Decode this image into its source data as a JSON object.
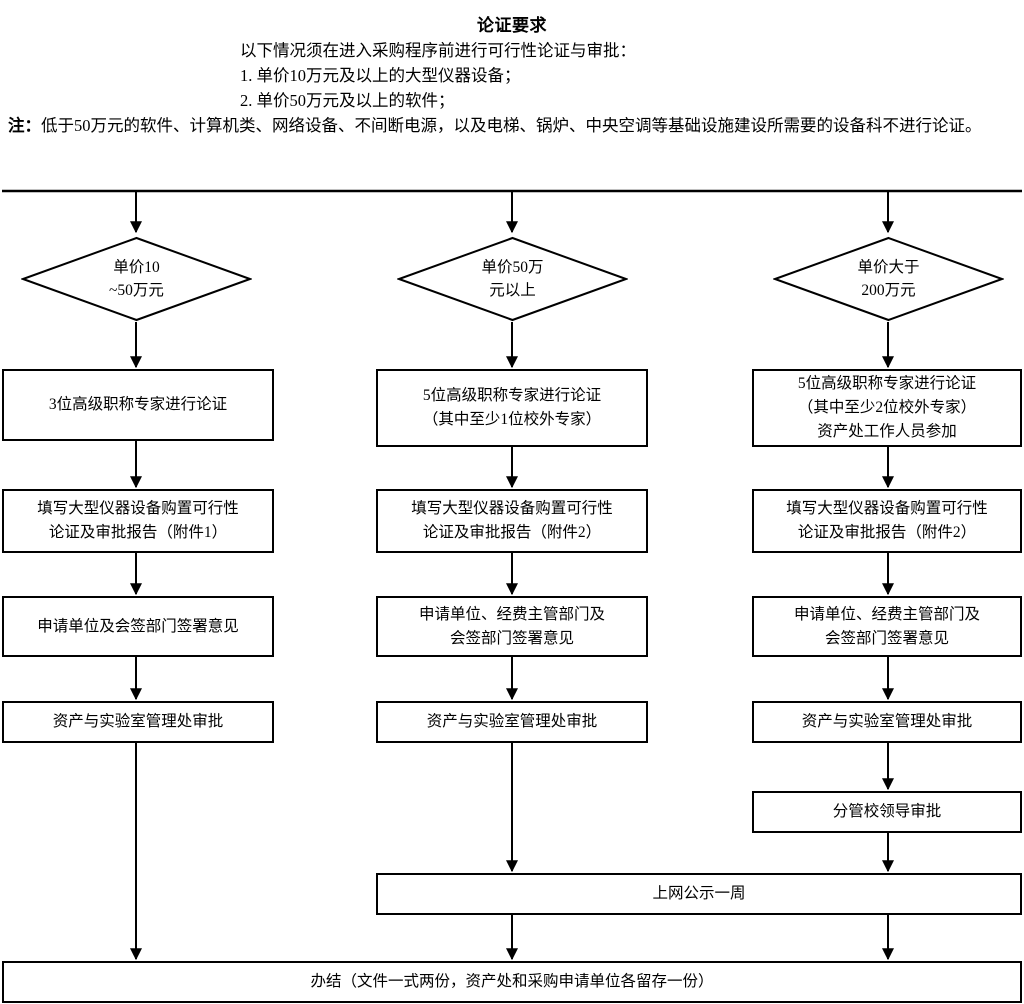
{
  "header": {
    "title": "论证要求",
    "lines": [
      "以下情况须在进入采购程序前进行可行性论证与审批：",
      "1. 单价10万元及以上的大型仪器设备；",
      "2. 单价50万元及以上的软件；"
    ],
    "note_label": "注：",
    "note_text": "低于50万元的软件、计算机类、网络设备、不间断电源，以及电梯、锅炉、中央空调等基础设施建设所需要的设备科不进行论证。"
  },
  "flow": {
    "columns": [
      {
        "id": "col-low",
        "decision": "单价10\n~50万元",
        "decision_line1": "单价10",
        "decision_line2": "~50万元",
        "steps": [
          "3位高级职称专家进行论证",
          "填写大型仪器设备购置可行性\n论证及审批报告（附件1）",
          "申请单位及会签部门签署意见",
          "资产与实验室管理处审批"
        ]
      },
      {
        "id": "col-mid",
        "decision_line1": "单价50万",
        "decision_line2": "元以上",
        "steps": [
          "5位高级职称专家进行论证\n（其中至少1位校外专家）",
          "填写大型仪器设备购置可行性\n论证及审批报告（附件2）",
          "申请单位、经费主管部门及\n会签部门签署意见",
          "资产与实验室管理处审批"
        ]
      },
      {
        "id": "col-high",
        "decision_line1": "单价大于",
        "decision_line2": "200万元",
        "steps": [
          "5位高级职称专家进行论证\n（其中至少2位校外专家）\n资产处工作人员参加",
          "填写大型仪器设备购置可行性\n论证及审批报告（附件2）",
          "申请单位、经费主管部门及\n会签部门签署意见",
          "资产与实验室管理处审批",
          "分管校领导审批"
        ]
      }
    ],
    "publicity_box": "上网公示一周",
    "final_box": "办结（文件一式两份，资产处和采购申请单位各留存一份）"
  },
  "colors": {
    "stroke": "#000000",
    "background": "#ffffff",
    "text": "#000000"
  }
}
